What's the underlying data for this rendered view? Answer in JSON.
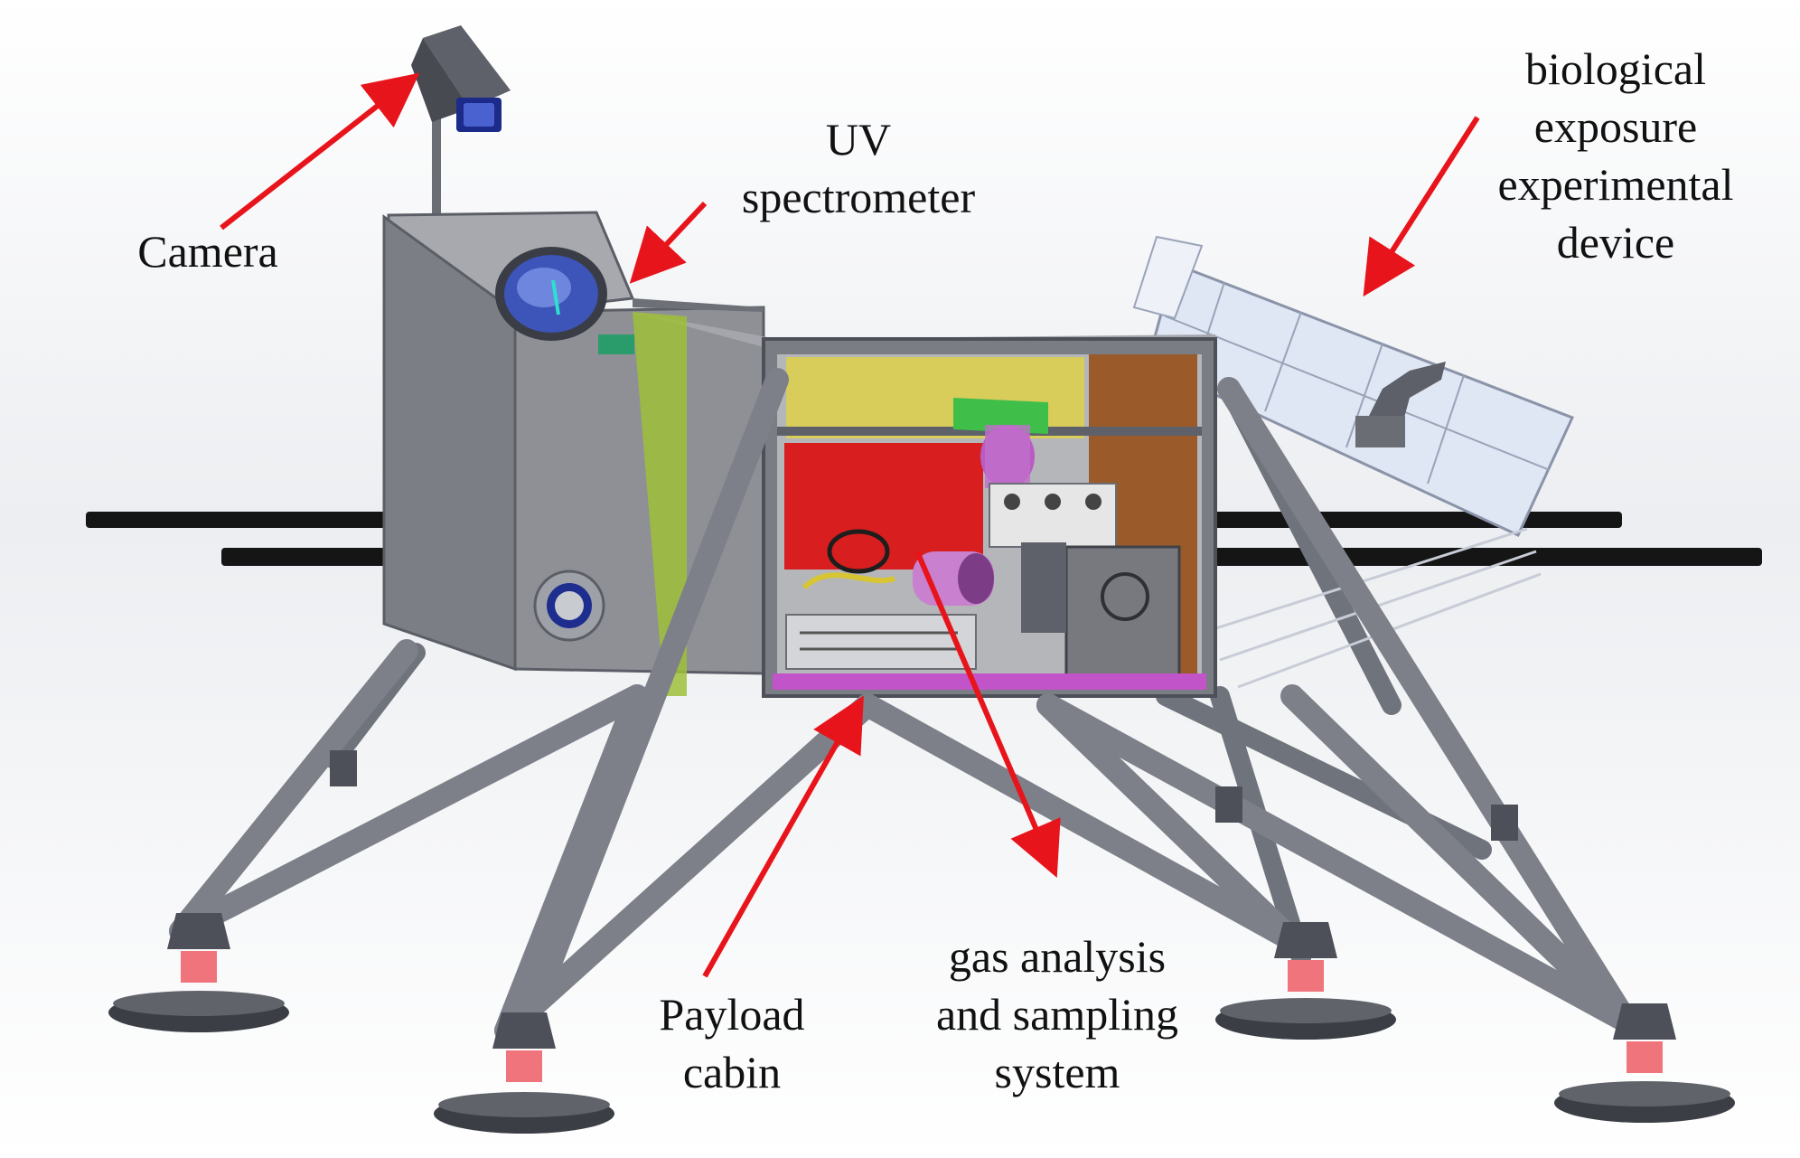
{
  "labels": {
    "camera": "Camera",
    "uv_spectrometer": [
      "UV",
      "spectrometer"
    ],
    "biological": [
      "biological",
      "exposure",
      "experimental",
      "device"
    ],
    "payload": [
      "Payload",
      "cabin"
    ],
    "gas": [
      "gas analysis",
      "and sampling",
      "system"
    ]
  },
  "colors": {
    "arrow": "#e8141b",
    "frame": "#7d8088",
    "frame_dark": "#4d5058",
    "body": "#8c8e93",
    "rail": "#151515",
    "red_module": "#d81e1e",
    "yellow_module": "#d8cc5a",
    "green_part": "#3fbf4a",
    "magenta_part": "#b85cc4",
    "wood_panel": "#9a5a2a",
    "foot_pink": "#f0747c",
    "bio_device": "#dfe6f4",
    "lens_blue": "#2b3a9a"
  },
  "icons": {
    "camera": "camera-icon",
    "uv_window": "uv-window-icon",
    "porthole": "porthole-icon"
  }
}
